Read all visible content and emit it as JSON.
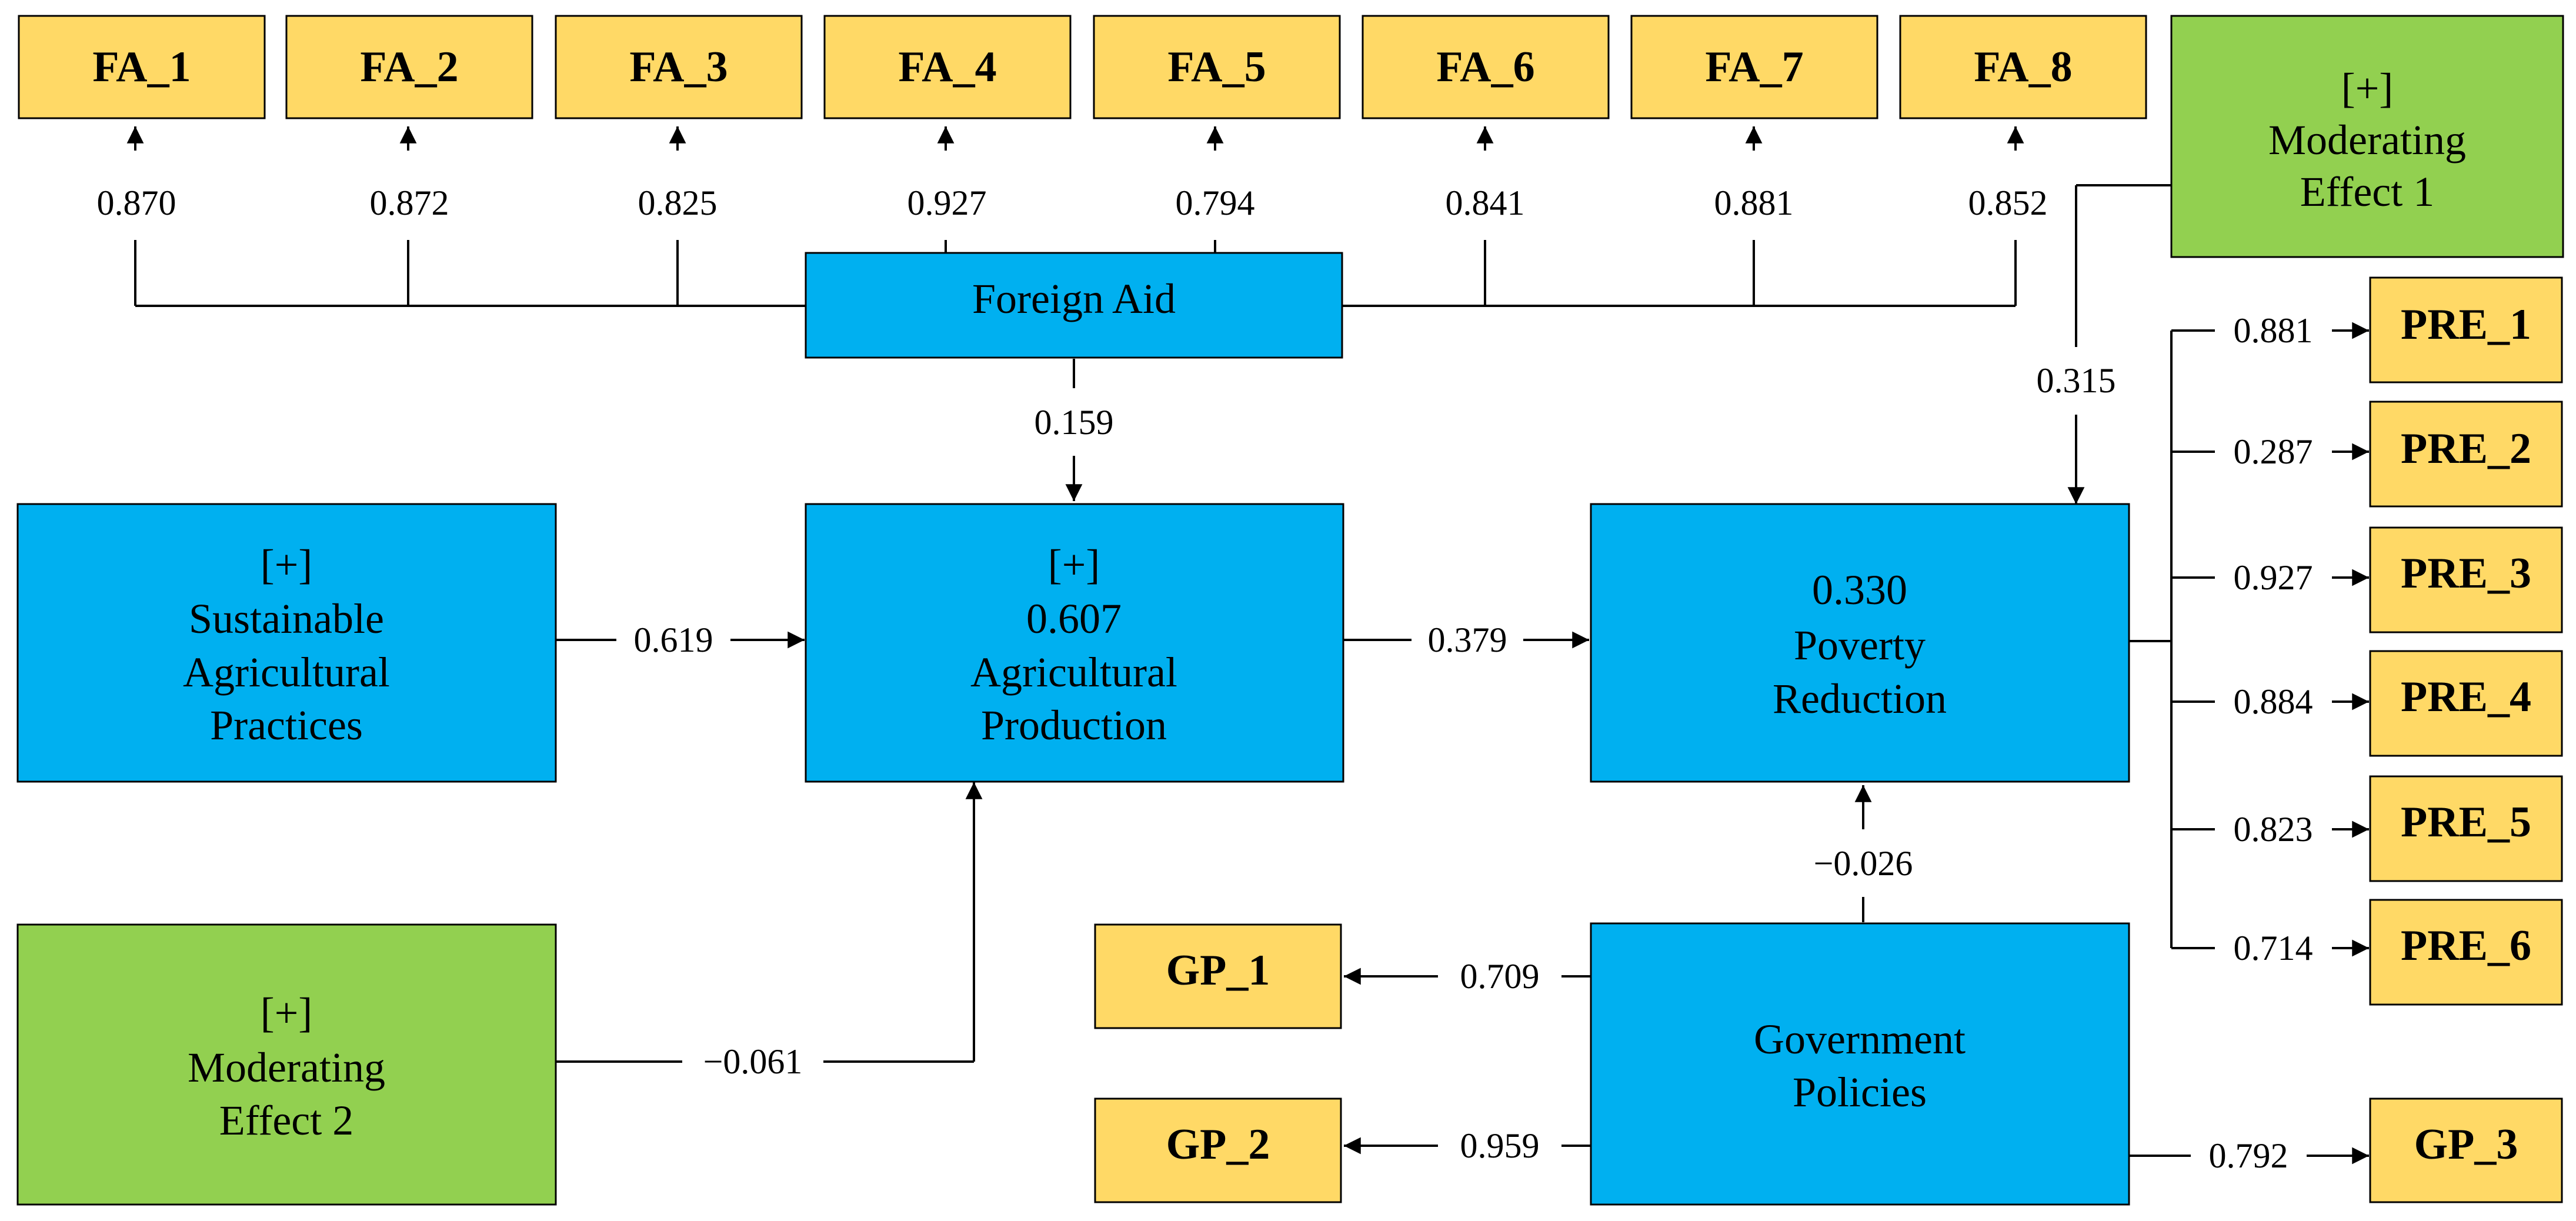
{
  "constructs": {
    "foreign_aid": {
      "label": "Foreign Aid"
    },
    "sustainable_practices": {
      "marker": "[+]",
      "line1": "Sustainable",
      "line2": "Agricultural",
      "line3": "Practices"
    },
    "agricultural_production": {
      "marker": "[+]",
      "r2": "0.607",
      "line1": "Agricultural",
      "line2": "Production"
    },
    "poverty_reduction": {
      "r2": "0.330",
      "line1": "Poverty",
      "line2": "Reduction"
    },
    "government_policies": {
      "line1": "Government",
      "line2": "Policies"
    },
    "moderating_effect_1": {
      "marker": "[+]",
      "line1": "Moderating",
      "line2": "Effect 1"
    },
    "moderating_effect_2": {
      "marker": "[+]",
      "line1": "Moderating",
      "line2": "Effect 2"
    }
  },
  "indicators": {
    "fa": [
      {
        "label": "FA_1",
        "loading": "0.870"
      },
      {
        "label": "FA_2",
        "loading": "0.872"
      },
      {
        "label": "FA_3",
        "loading": "0.825"
      },
      {
        "label": "FA_4",
        "loading": "0.927"
      },
      {
        "label": "FA_5",
        "loading": "0.794"
      },
      {
        "label": "FA_6",
        "loading": "0.841"
      },
      {
        "label": "FA_7",
        "loading": "0.881"
      },
      {
        "label": "FA_8",
        "loading": "0.852"
      }
    ],
    "pre": [
      {
        "label": "PRE_1",
        "loading": "0.881"
      },
      {
        "label": "PRE_2",
        "loading": "0.287"
      },
      {
        "label": "PRE_3",
        "loading": "0.927"
      },
      {
        "label": "PRE_4",
        "loading": "0.884"
      },
      {
        "label": "PRE_5",
        "loading": "0.823"
      },
      {
        "label": "PRE_6",
        "loading": "0.714"
      }
    ],
    "gp": [
      {
        "label": "GP_1",
        "loading": "0.709"
      },
      {
        "label": "GP_2",
        "loading": "0.959"
      },
      {
        "label": "GP_3",
        "loading": "0.792"
      }
    ]
  },
  "paths": {
    "fa_to_ap": "0.159",
    "sap_to_ap": "0.619",
    "ap_to_pr": "0.379",
    "me1_to_pr": "0.315",
    "me2_to_ap": "−0.061",
    "gp_to_pr": "−0.026"
  },
  "colors": {
    "indicator": "#FFD966",
    "latent": "#00B0F0",
    "moderator": "#92D050"
  }
}
